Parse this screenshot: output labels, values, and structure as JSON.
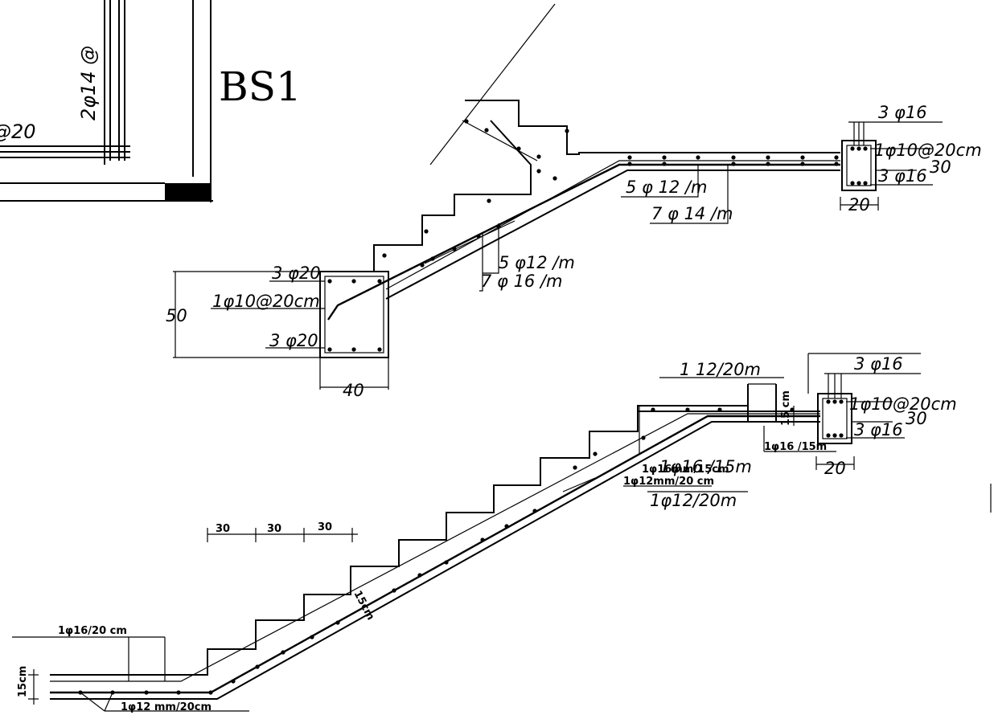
{
  "title": "BS1",
  "left_partial": {
    "vertical_label": "2φ14  @",
    "spacing_label": "@20"
  },
  "upper_stair": {
    "labels": {
      "top_bars": "3 φ16",
      "stirrup": "1φ10@20cm",
      "bot_bars": "3 φ16",
      "beam_h": "30",
      "beam_w": "20",
      "slab_bar_a": "5 φ  12 /m",
      "slab_bar_b": "7 φ  14 /m",
      "flight_bar_a": "5 φ12 /m",
      "flight_bar_b": "7 φ  16 /m",
      "base_top": "3 φ20",
      "base_stirrup": "1φ10@20cm",
      "base_bot": "3 φ20",
      "base_h": "50",
      "base_w": "40"
    }
  },
  "lower_stair": {
    "labels": {
      "top_note": "1  12/20m",
      "top_bars": "3 φ16",
      "stirrup": "1φ10@20cm",
      "bot_bars": "3 φ16",
      "beam_h": "30",
      "beam_w": "20",
      "landing_thk": "15 cm",
      "landing_bar": "1φ16 /15m",
      "overlap_a": "1φ16mm/15cm",
      "overlap_b": "1φ16 /15m",
      "mid_bar": "1φ12mm/20 cm",
      "main_bar": "1φ12/20m",
      "waist": "15cm",
      "tread_1": "30",
      "tread_2": "30",
      "tread_3": "30",
      "foot_bar": "1φ16/20  cm",
      "foot_bot": "1φ12  mm/20cm",
      "foot_thk": "15cm"
    }
  }
}
